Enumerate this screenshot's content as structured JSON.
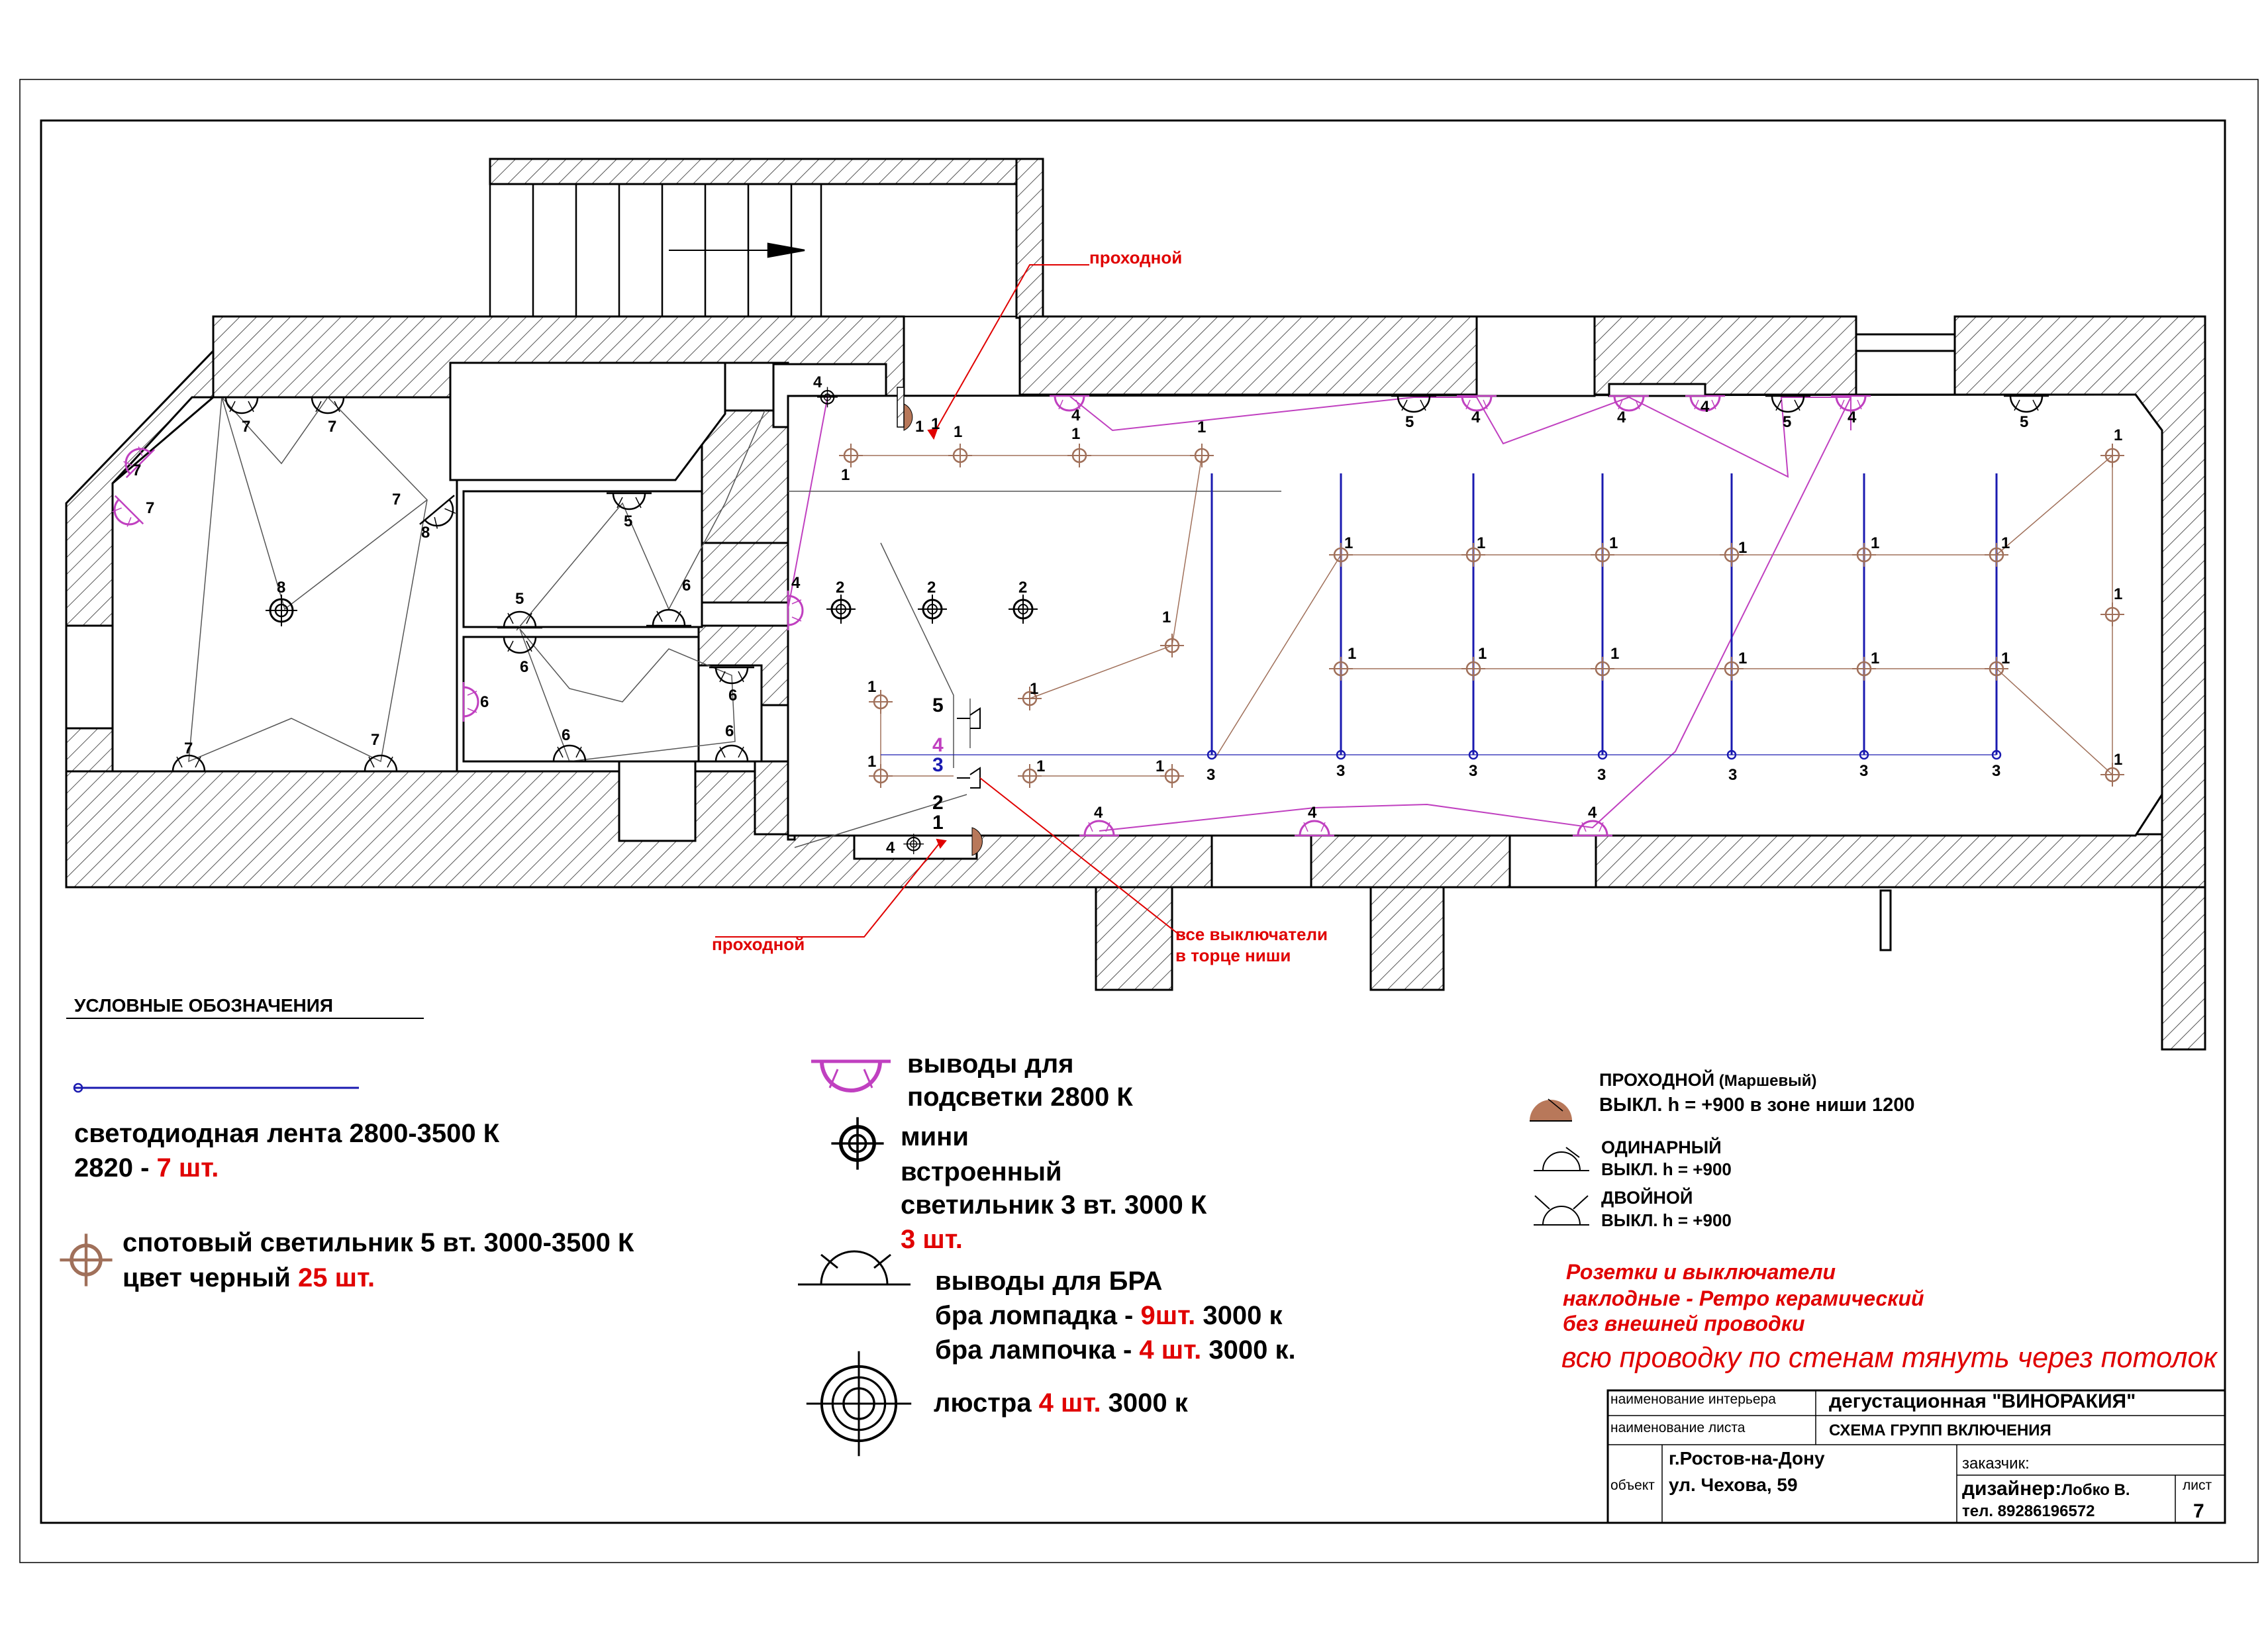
{
  "title_block": {
    "interior_label": "наименование интерьера",
    "interior_value": "дегустационная \"ВИНОРАКИЯ\"",
    "sheet_label": "наименование листа",
    "sheet_value": "СХЕМА ГРУПП ВКЛЮЧЕНИЯ",
    "object_label": "объект",
    "city": "г.Ростов-на-Дону",
    "street": "ул. Чехова, 59",
    "customer_label": "заказчик:",
    "designer_label": "дизайнер:",
    "designer_name": "Лобко В.",
    "phone": "тел. 89286196572",
    "sheet_no_label": "лист",
    "sheet_no": "7"
  },
  "plan": {
    "pass_switch_note": "проходной",
    "all_switches_note_1": "все выключатели",
    "all_switches_note_2": "в торце ниши"
  },
  "legend": {
    "heading": "УСЛОВНЫЕ ОБОЗНАЧЕНИЯ",
    "led_strip_1": "светодиодная лента 2800-3500 К",
    "led_strip_2a": "2820 - ",
    "led_strip_2b": "7 шт.",
    "spot_1": "спотовый светильник 5 вт. 3000-3500 К",
    "spot_2a": "цвет черный ",
    "spot_2b": "25 шт.",
    "uplight_1": "выводы для",
    "uplight_2": "подсветки 2800 К",
    "mini_1": "мини",
    "mini_2": "встроенный",
    "mini_3": "светильник 3 вт. 3000 К",
    "mini_4": "3 шт.",
    "sconce_1": "выводы для БРА",
    "sconce_2a": "бра ломпадка - ",
    "sconce_2b": "9шт.",
    "sconce_2c": " 3000 к",
    "sconce_3a": "бра лампочка - ",
    "sconce_3b": "4 шт.",
    "sconce_3c": " 3000 к.",
    "chandelier_a": "люстра ",
    "chandelier_b": "4 шт.",
    "chandelier_c": " 3000 к",
    "pass_switch_1a": "ПРОХОДНОЙ",
    "pass_switch_1b": " (Маршевый)",
    "pass_switch_2": "ВЫКЛ. h = +900 в зоне ниши 1200",
    "single_1": "ОДИНАРНЫЙ",
    "single_2": "ВЫКЛ. h = +900",
    "double_1": "ДВОЙНОЙ",
    "double_2": "ВЫКЛ. h = +900"
  },
  "notes": {
    "note_1": "Розетки и выключатели",
    "note_2": "наклодные - Ретро керамический",
    "note_3": "без внешней проводки",
    "note_4": "всю проводку по стенам тянуть через потолок"
  },
  "colors": {
    "wall_hatch": "#555555",
    "led_strip": "#1a1ab0",
    "spot": "#a0705a",
    "uplight": "#c040c0",
    "pass_switch": "#b8785a",
    "note_red": "#e00000"
  }
}
